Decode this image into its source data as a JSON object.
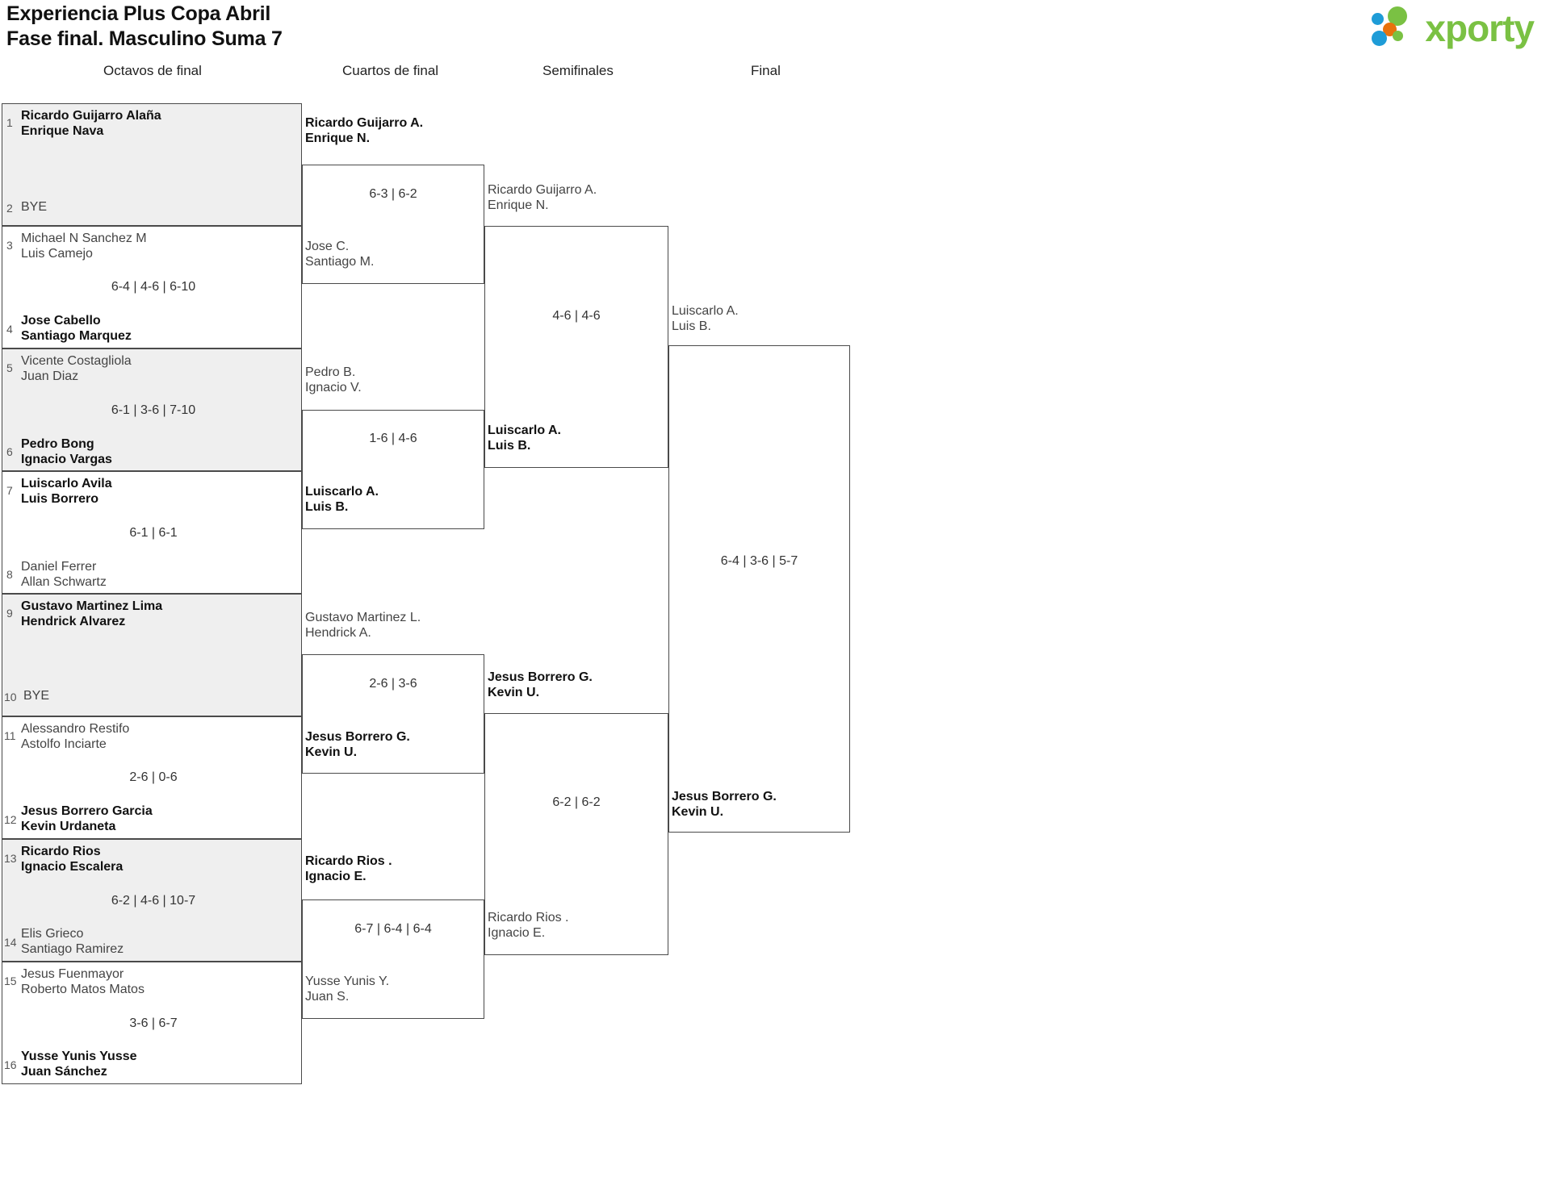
{
  "header": {
    "title_line1": "Experiencia Plus Copa Abril",
    "title_line2": "Fase final. Masculino Suma 7",
    "logo_text": "xporty",
    "logo_colors": {
      "blue": "#1e9cd7",
      "orange": "#e8720c",
      "green": "#7ac143"
    }
  },
  "rounds": [
    {
      "label": "Octavos de final"
    },
    {
      "label": "Cuartos de final"
    },
    {
      "label": "Semifinales"
    },
    {
      "label": "Final"
    }
  ],
  "round1": [
    {
      "shaded": true,
      "top": {
        "seed": "1",
        "p1": "Ricardo Guijarro Alaña",
        "p2": "Enrique Nava",
        "winner": true
      },
      "bottom": {
        "seed": "2",
        "p1": "BYE",
        "p2": "",
        "winner": false
      },
      "score": ""
    },
    {
      "shaded": false,
      "top": {
        "seed": "3",
        "p1": "Michael N Sanchez M",
        "p2": "Luis Camejo",
        "winner": false
      },
      "bottom": {
        "seed": "4",
        "p1": "Jose Cabello",
        "p2": "Santiago Marquez",
        "winner": true
      },
      "score": "6-4 | 4-6 | 6-10"
    },
    {
      "shaded": true,
      "top": {
        "seed": "5",
        "p1": "Vicente Costagliola",
        "p2": "Juan Diaz",
        "winner": false
      },
      "bottom": {
        "seed": "6",
        "p1": "Pedro Bong",
        "p2": "Ignacio Vargas",
        "winner": true
      },
      "score": "6-1 | 3-6 | 7-10"
    },
    {
      "shaded": false,
      "top": {
        "seed": "7",
        "p1": "Luiscarlo Avila",
        "p2": "Luis Borrero",
        "winner": true
      },
      "bottom": {
        "seed": "8",
        "p1": "Daniel Ferrer",
        "p2": "Allan Schwartz",
        "winner": false
      },
      "score": "6-1 | 6-1"
    },
    {
      "shaded": true,
      "top": {
        "seed": "9",
        "p1": "Gustavo Martinez Lima",
        "p2": "Hendrick Alvarez",
        "winner": true
      },
      "bottom": {
        "seed": "10",
        "p1": "BYE",
        "p2": "",
        "winner": false
      },
      "score": ""
    },
    {
      "shaded": false,
      "top": {
        "seed": "11",
        "p1": "Alessandro Restifo",
        "p2": "Astolfo Inciarte",
        "winner": false
      },
      "bottom": {
        "seed": "12",
        "p1": "Jesus Borrero Garcia",
        "p2": "Kevin Urdaneta",
        "winner": true
      },
      "score": "2-6 | 0-6"
    },
    {
      "shaded": true,
      "top": {
        "seed": "13",
        "p1": "Ricardo Rios",
        "p2": "Ignacio Escalera",
        "winner": true
      },
      "bottom": {
        "seed": "14",
        "p1": "Elis Grieco",
        "p2": "Santiago Ramirez",
        "winner": false
      },
      "score": "6-2 | 4-6 | 10-7"
    },
    {
      "shaded": false,
      "top": {
        "seed": "15",
        "p1": "Jesus Fuenmayor",
        "p2": "Roberto Matos Matos",
        "winner": false
      },
      "bottom": {
        "seed": "16",
        "p1": "Yusse Yunis Yusse",
        "p2": "Juan Sánchez",
        "winner": true
      },
      "score": "3-6 | 6-7"
    }
  ],
  "round2": [
    {
      "top": {
        "p1": "Ricardo Guijarro A.",
        "p2": "Enrique N.",
        "winner": true
      },
      "bottom": {
        "p1": "Jose C.",
        "p2": "Santiago M.",
        "winner": false
      },
      "score": "6-3 | 6-2"
    },
    {
      "top": {
        "p1": "Pedro B.",
        "p2": "Ignacio V.",
        "winner": false
      },
      "bottom": {
        "p1": "Luiscarlo A.",
        "p2": "Luis B.",
        "winner": true
      },
      "score": "1-6 | 4-6"
    },
    {
      "top": {
        "p1": "Gustavo Martinez L.",
        "p2": "Hendrick A.",
        "winner": false
      },
      "bottom": {
        "p1": "Jesus Borrero G.",
        "p2": "Kevin U.",
        "winner": true
      },
      "score": "2-6 | 3-6"
    },
    {
      "top": {
        "p1": "Ricardo Rios .",
        "p2": "Ignacio E.",
        "winner": true
      },
      "bottom": {
        "p1": "Yusse Yunis Y.",
        "p2": "Juan S.",
        "winner": false
      },
      "score": "6-7 | 6-4 | 6-4"
    }
  ],
  "round3": [
    {
      "top": {
        "p1": "Ricardo Guijarro A.",
        "p2": "Enrique N.",
        "winner": false
      },
      "bottom": {
        "p1": "Luiscarlo A.",
        "p2": "Luis B.",
        "winner": true
      },
      "score": "4-6 | 4-6"
    },
    {
      "top": {
        "p1": "Jesus Borrero G.",
        "p2": "Kevin U.",
        "winner": true
      },
      "bottom": {
        "p1": "Ricardo Rios .",
        "p2": "Ignacio E.",
        "winner": false
      },
      "score": "6-2 | 6-2"
    }
  ],
  "round4": [
    {
      "top": {
        "p1": "Luiscarlo A.",
        "p2": "Luis B.",
        "winner": false
      },
      "bottom": {
        "p1": "Jesus Borrero G.",
        "p2": "Kevin U.",
        "winner": true
      },
      "score": "6-4 | 3-6 | 5-7"
    }
  ]
}
